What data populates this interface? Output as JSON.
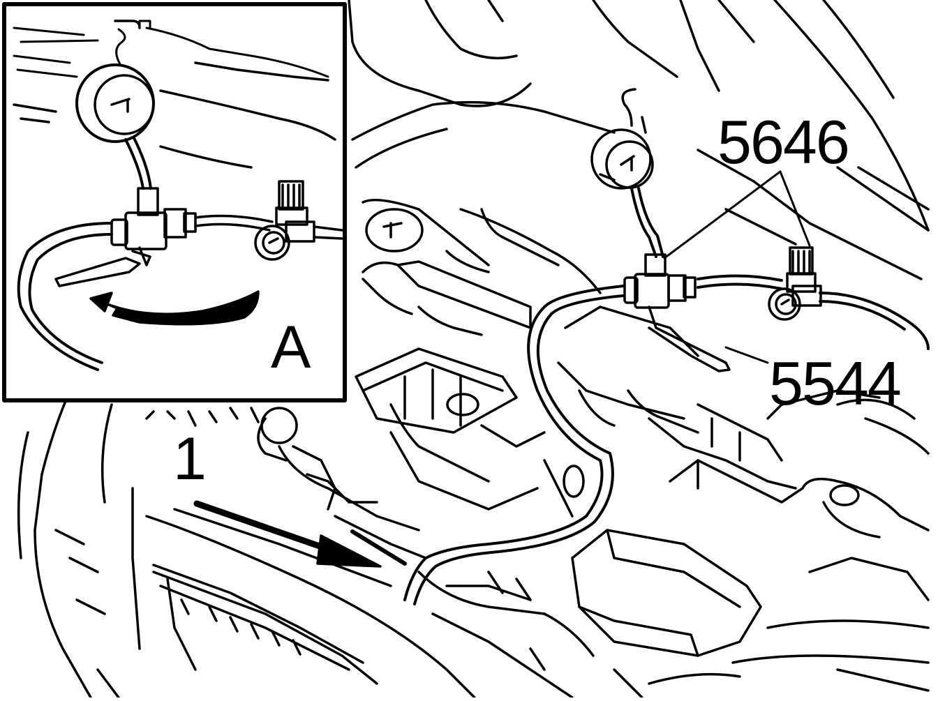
{
  "labels": {
    "tool_1": "5646",
    "tool_2": "5544",
    "callout_1": "1",
    "detail_view": "A"
  },
  "colors": {
    "ink": "#000000",
    "paper": "#ffffff"
  }
}
